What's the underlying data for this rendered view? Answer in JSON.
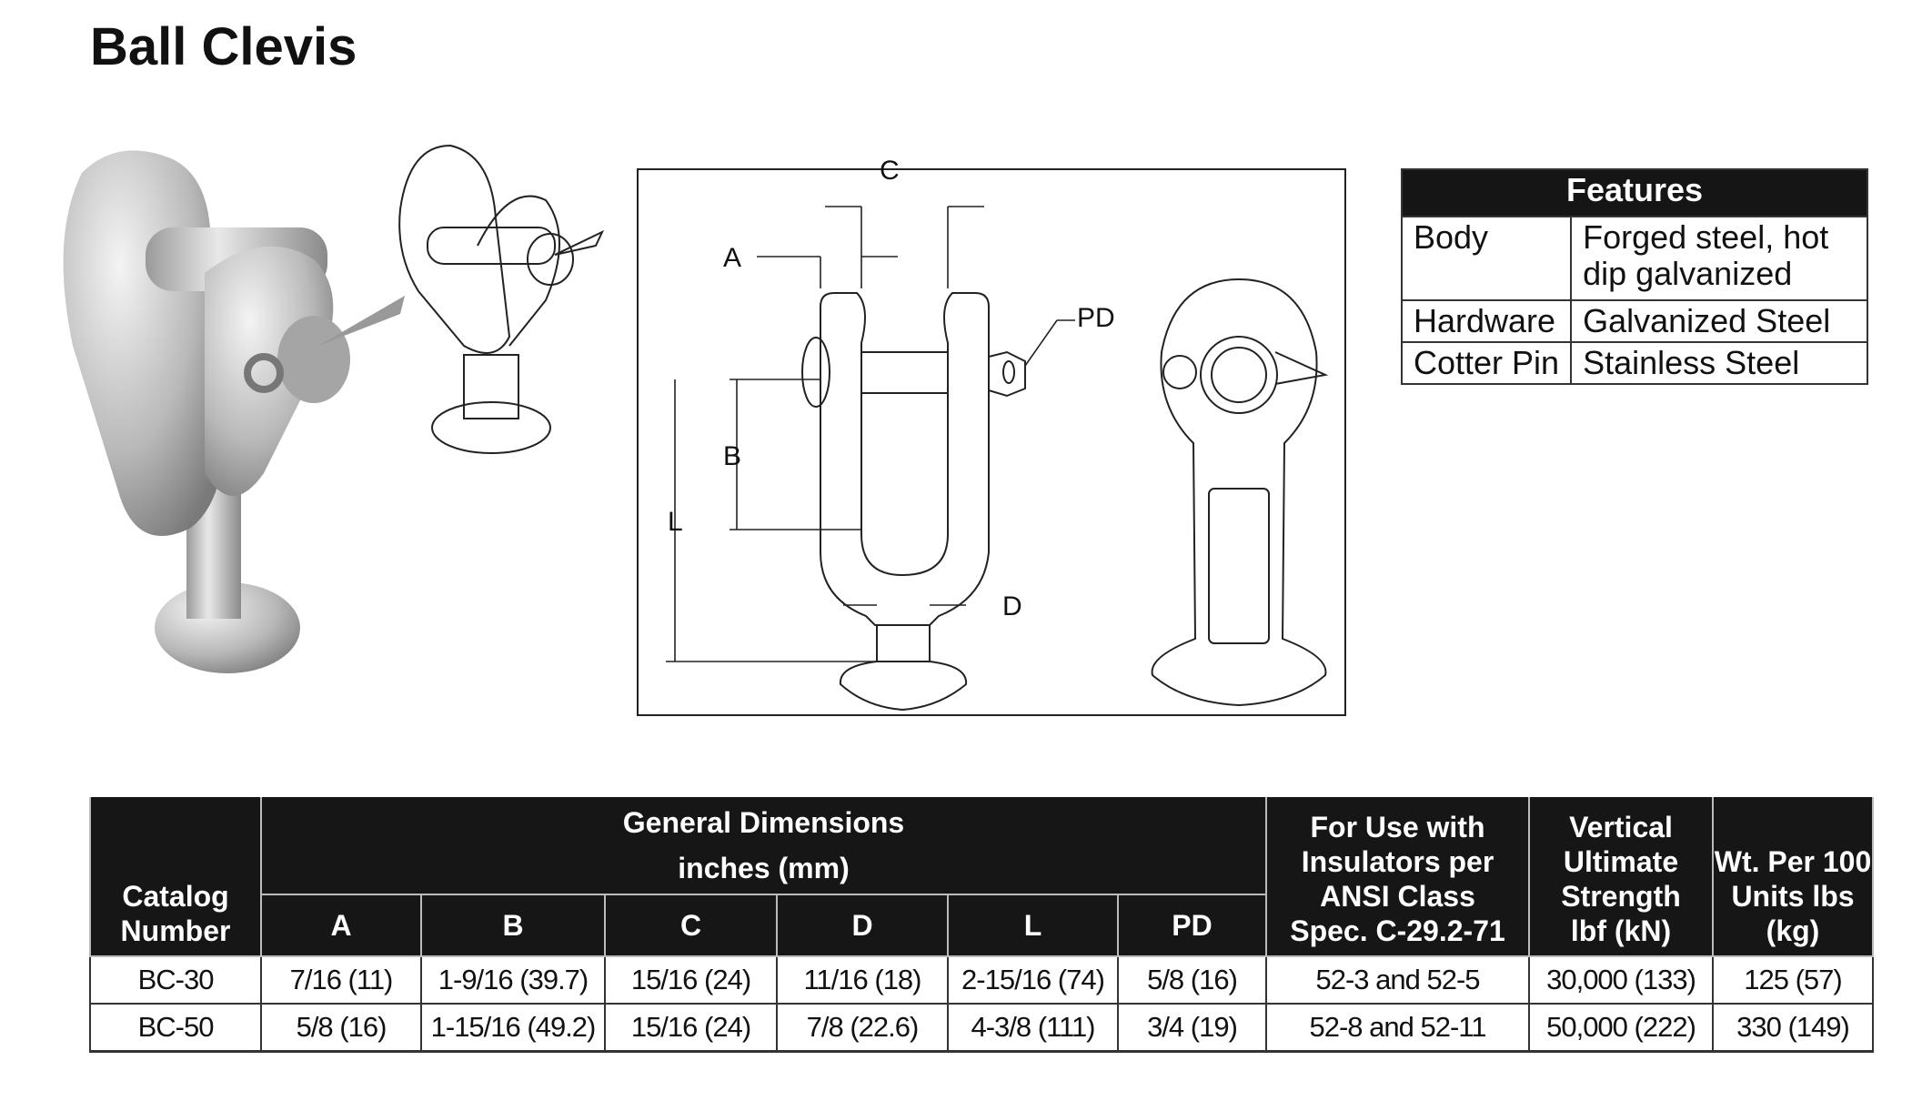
{
  "title": "Ball Clevis",
  "diagram_labels": {
    "a": "A",
    "b": "B",
    "c": "C",
    "d": "D",
    "l": "L",
    "pd": "PD"
  },
  "features": {
    "header": "Features",
    "rows": [
      {
        "label": "Body",
        "value": "Forged steel, hot dip galvanized"
      },
      {
        "label": "Hardware",
        "value": "Galvanized Steel"
      },
      {
        "label": "Cotter Pin",
        "value": "Stainless Steel"
      }
    ]
  },
  "specs": {
    "headers": {
      "catalog": "Catalog Number",
      "general_line1": "General Dimensions",
      "general_line2": "inches (mm)",
      "dims": [
        "A",
        "B",
        "C",
        "D",
        "L",
        "PD"
      ],
      "insulators": "For Use with Insulators per ANSI Class Spec. C-29.2-71",
      "strength": "Vertical Ultimate Strength lbf (kN)",
      "weight": "Wt. Per 100 Units lbs (kg)"
    },
    "rows": [
      {
        "catalog": "BC-30",
        "dims": [
          "7/16 (11)",
          "1-9/16 (39.7)",
          "15/16 (24)",
          "11/16 (18)",
          "2-15/16 (74)",
          "5/8 (16)"
        ],
        "insulators": "52-3 and 52-5",
        "strength": "30,000 (133)",
        "weight": "125 (57)"
      },
      {
        "catalog": "BC-50",
        "dims": [
          "5/8 (16)",
          "1-15/16 (49.2)",
          "15/16 (24)",
          "7/8 (22.6)",
          "4-3/8 (111)",
          "3/4 (19)"
        ],
        "insulators": "52-8 and 52-11",
        "strength": "50,000 (222)",
        "weight": "330 (149)"
      }
    ]
  }
}
